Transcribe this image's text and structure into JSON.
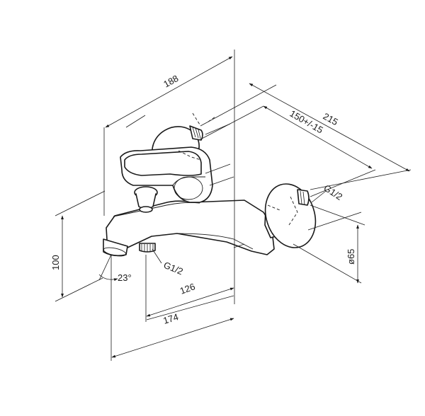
{
  "dimensions": {
    "width_188": "188",
    "length_215": "215",
    "centers": "150+/-15",
    "thread_top": "G1/2",
    "diameter": "ø65",
    "height": "100",
    "angle": "23°",
    "thread_bottom": "G1/2",
    "length_126": "126",
    "length_174": "174"
  },
  "colors": {
    "line": "#1a1a1a",
    "background": "#ffffff"
  }
}
